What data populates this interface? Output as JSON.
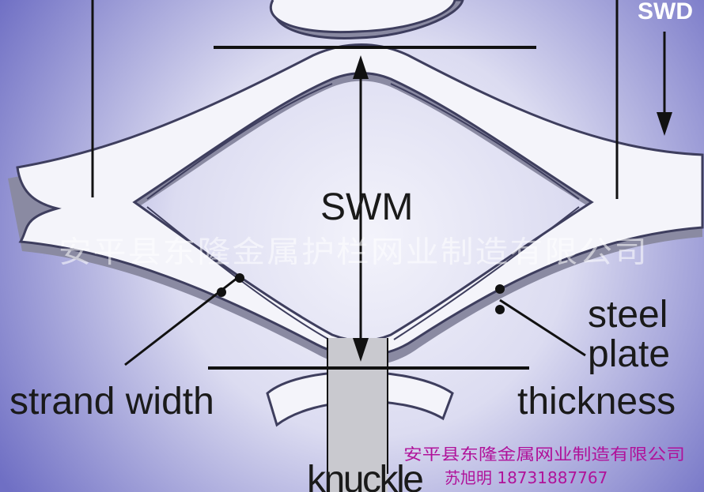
{
  "diagram": {
    "labels": {
      "swd": "SWD",
      "swm": "SWM",
      "strand_width": "strand width",
      "steel": "steel",
      "plate": "plate",
      "thickness": "thickness",
      "knuckle": "knuckle"
    },
    "watermark": "安平县东隆金属护栏网业制造有限公司",
    "footer": {
      "company": "安平县东隆金属网业制造有限公司",
      "contact": "苏旭明  18731887767"
    },
    "colors": {
      "background_edge": "#6f6fc4",
      "background_center": "#f2f2fb",
      "mesh_face": "#f4f4fa",
      "mesh_edge": "#3e3e5e",
      "mesh_shadow": "#8a8aa2",
      "footer_text": "#b0129a"
    }
  }
}
